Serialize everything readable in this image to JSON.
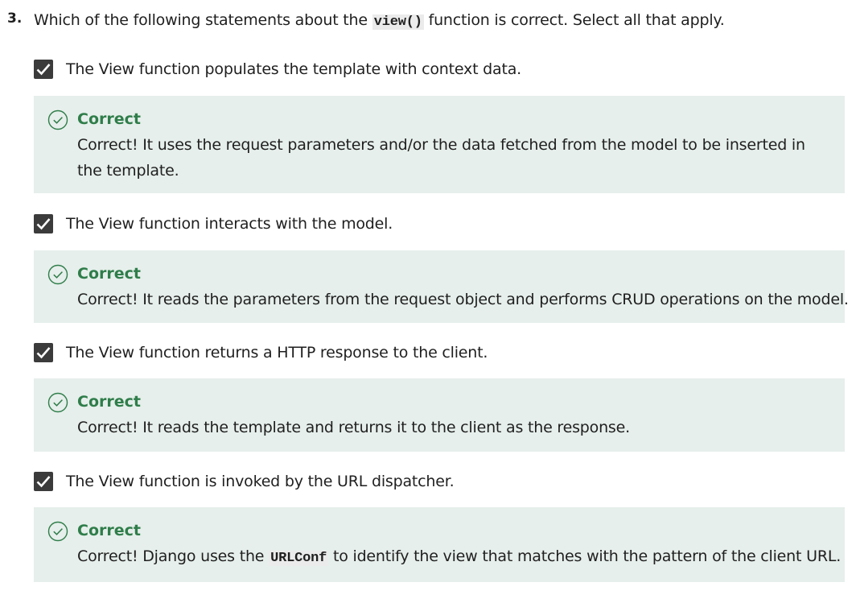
{
  "question": {
    "number": "3.",
    "text_before": "Which of the following statements about the ",
    "code": "view()",
    "text_after": " function is correct. Select all that apply."
  },
  "options": [
    {
      "label": "The View function populates the template with context data.",
      "checked": true,
      "feedback_title": "Correct",
      "feedback_text": "Correct! It uses the request parameters and/or the data fetched from the model to be inserted in the template."
    },
    {
      "label": "The View function interacts with the model.",
      "checked": true,
      "feedback_title": "Correct",
      "feedback_text": "Correct! It reads the parameters from the request object and performs CRUD operations on the model."
    },
    {
      "label": "The View function returns a HTTP response to the client.",
      "checked": true,
      "feedback_title": "Correct",
      "feedback_text": "Correct! It reads the template and returns it to the client as the response."
    },
    {
      "label": "The View function is invoked by the URL dispatcher.",
      "checked": true,
      "feedback_title": "Correct",
      "feedback_text_before": "Correct! Django uses the ",
      "feedback_code": "URLConf",
      "feedback_text_after": " to identify the view that matches with the pattern of the client URL."
    }
  ],
  "colors": {
    "feedback_bg": "#e6efeb",
    "correct_green": "#2f7d4a",
    "checkbox": "#3b3b3b"
  }
}
